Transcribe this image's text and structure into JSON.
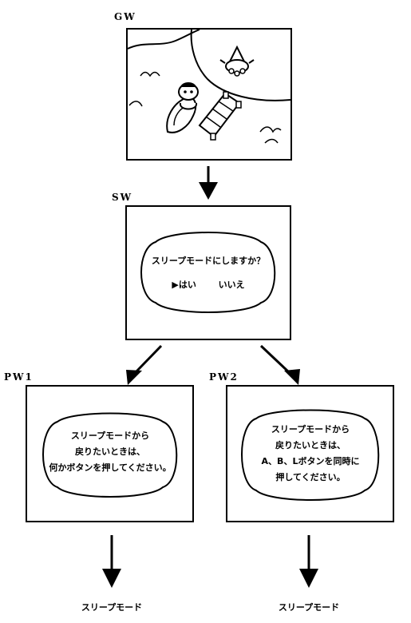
{
  "labels": {
    "gw": "GW",
    "sw": "SW",
    "pw1": "PW1",
    "pw2": "PW2"
  },
  "sw_dialog": {
    "question": "スリープモードにしますか？",
    "yes": "▶はい",
    "no": "いいえ"
  },
  "pw1_dialog": {
    "line1": "スリープモードから",
    "line2": "戻りたいときは、",
    "line3": "何かボタンを押してください。"
  },
  "pw2_dialog": {
    "line1": "スリープモードから",
    "line2": "戻りたいときは、",
    "line3": "A、B、Lボタンを同時に",
    "line4": "押してください。"
  },
  "captions": {
    "left": "スリープモード",
    "right": "スリープモード"
  },
  "colors": {
    "line": "#000000",
    "background": "#ffffff"
  }
}
